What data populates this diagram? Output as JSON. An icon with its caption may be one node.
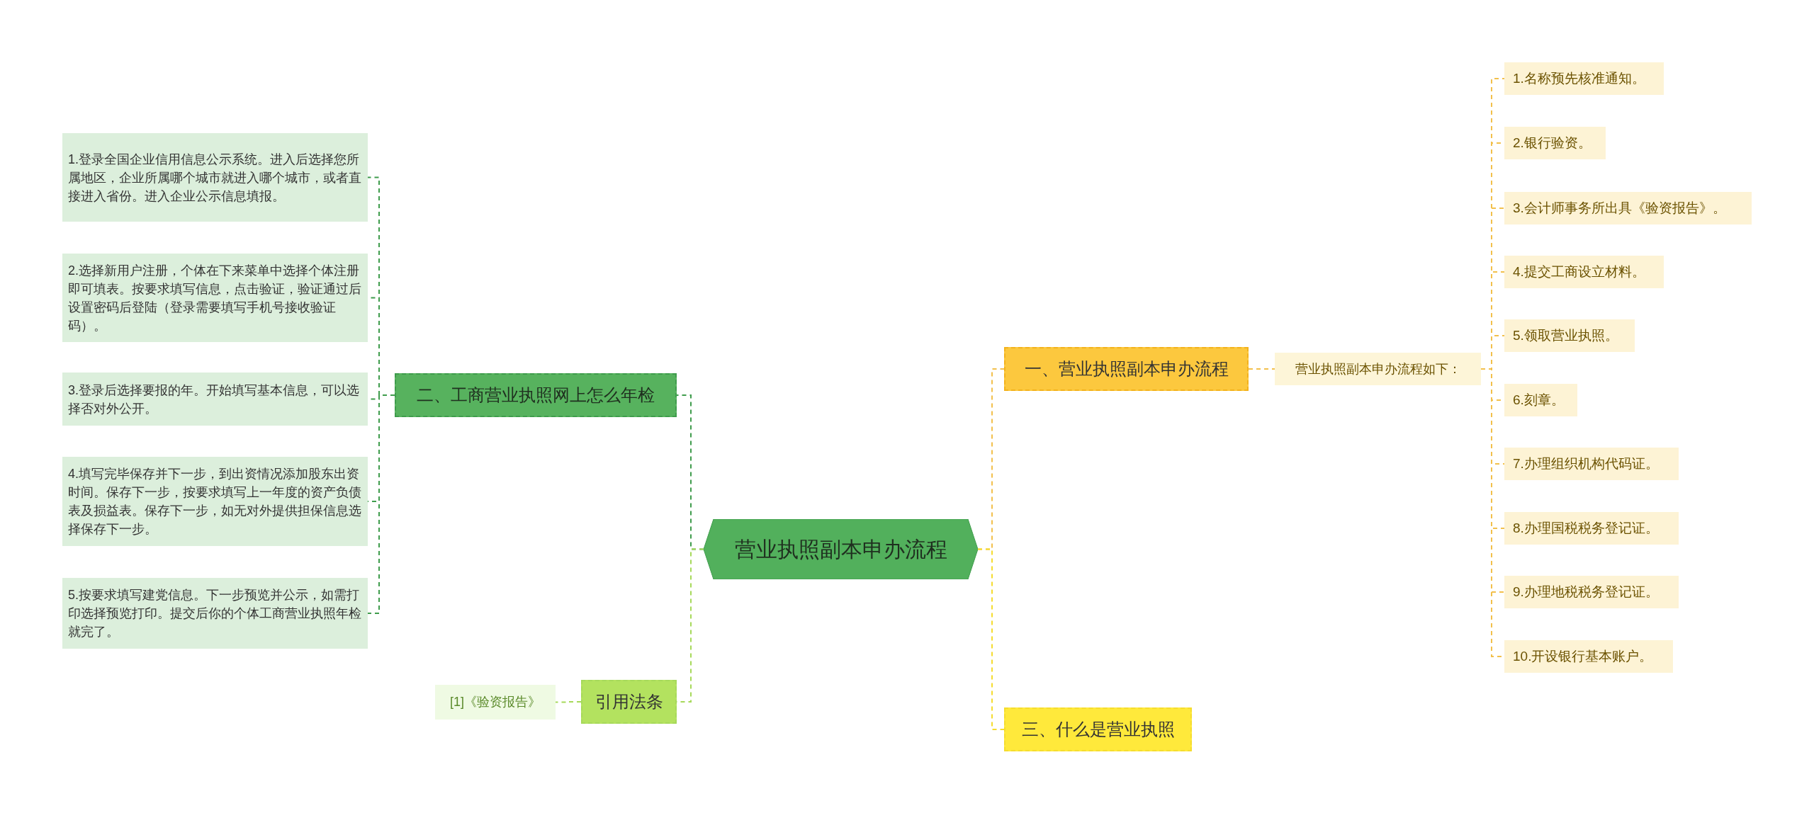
{
  "diagram": {
    "nodes": [
      {
        "text": [
          "营业执照副本申办流程"
        ]
      },
      {
        "text": [
          "一、营业执照副本申办流程"
        ]
      },
      {
        "text": [
          "营业执照副本申办流程如下："
        ]
      },
      {
        "text": [
          "1.名称预先核准通知。"
        ]
      },
      {
        "text": [
          "2.银行验资。"
        ]
      },
      {
        "text": [
          "3.会计师事务所出具《验资报告》。"
        ]
      },
      {
        "text": [
          "4.提交工商设立材料。"
        ]
      },
      {
        "text": [
          "5.领取营业执照。"
        ]
      },
      {
        "text": [
          "6.刻章。"
        ]
      },
      {
        "text": [
          "7.办理组织机构代码证。"
        ]
      },
      {
        "text": [
          "8.办理国税税务登记证。"
        ]
      },
      {
        "text": [
          "9.办理地税税务登记证。"
        ]
      },
      {
        "text": [
          "10.开设银行基本账户。"
        ]
      },
      {
        "text": [
          "三、什么是营业执照"
        ]
      },
      {
        "text": [
          "二、工商营业执照网上怎么年检"
        ]
      },
      {
        "text": [
          "1.登录全国企业信用信息公示系统。进入后选择您所属地区，企业所属哪个城市就进入哪个城市，或者直接进入省份。进入企业公示信息填报。"
        ]
      },
      {
        "text": [
          "2.选择新用户注册，个体在下来菜单中选择个体注册即可填表。按要求填写信息，点击验证，验证通过后设置密码后登陆（登录需要填写手机号接收验证码）。"
        ]
      },
      {
        "text": [
          "3.登录后选择要报的年。开始填写基本信息，可以选择否对外公开。"
        ]
      },
      {
        "text": [
          "4.填写完毕保存并下一步，到出资情况添加股东出资时间。保存下一步，按要求填写上一年度的资产负债表及损益表。保存下一步，如无对外提供担保信息选择保存下一步。"
        ]
      },
      {
        "text": [
          "5.按要求填写建党信息。下一步预览并公示，如需打印选择预览打印。提交后你的个体工商营业执照年检就完了。"
        ]
      },
      {
        "text": [
          "引用法条"
        ]
      },
      {
        "text": [
          "[1]《验资报告》"
        ]
      }
    ],
    "edges": [
      {
        "from": 0,
        "to": 1,
        "arrow": "none",
        "style": "dashed"
      },
      {
        "from": 1,
        "to": 2,
        "arrow": "none",
        "style": "dashed"
      },
      {
        "from": 2,
        "to": 3,
        "arrow": "none",
        "style": "dashed"
      },
      {
        "from": 2,
        "to": 4,
        "arrow": "none",
        "style": "dashed"
      },
      {
        "from": 2,
        "to": 5,
        "arrow": "none",
        "style": "dashed"
      },
      {
        "from": 2,
        "to": 6,
        "arrow": "none",
        "style": "dashed"
      },
      {
        "from": 2,
        "to": 7,
        "arrow": "none",
        "style": "dashed"
      },
      {
        "from": 2,
        "to": 8,
        "arrow": "none",
        "style": "dashed"
      },
      {
        "from": 2,
        "to": 9,
        "arrow": "none",
        "style": "dashed"
      },
      {
        "from": 2,
        "to": 10,
        "arrow": "none",
        "style": "dashed"
      },
      {
        "from": 2,
        "to": 11,
        "arrow": "none",
        "style": "dashed"
      },
      {
        "from": 2,
        "to": 12,
        "arrow": "none",
        "style": "dashed"
      },
      {
        "from": 0,
        "to": 13,
        "arrow": "none",
        "style": "dashed",
        "color": "#f5dc2e"
      },
      {
        "from": 0,
        "to": 14,
        "arrow": "none",
        "style": "dashed",
        "color": "#3f9c4c"
      },
      {
        "from": 14,
        "to": 15,
        "arrow": "none",
        "style": "dashed",
        "color": "#3f9c4c"
      },
      {
        "from": 14,
        "to": 16,
        "arrow": "none",
        "style": "dashed",
        "color": "#3f9c4c"
      },
      {
        "from": 14,
        "to": 17,
        "arrow": "none",
        "style": "dashed",
        "color": "#3f9c4c"
      },
      {
        "from": 14,
        "to": 18,
        "arrow": "none",
        "style": "dashed",
        "color": "#3f9c4c"
      },
      {
        "from": 14,
        "to": 19,
        "arrow": "none",
        "style": "dashed",
        "color": "#3f9c4c"
      },
      {
        "from": 0,
        "to": 20,
        "arrow": "none",
        "style": "dashed",
        "color": "#a6d95a"
      },
      {
        "from": 20,
        "to": 21,
        "arrow": "none",
        "style": "dashed",
        "color": "#a6d95a"
      }
    ]
  }
}
